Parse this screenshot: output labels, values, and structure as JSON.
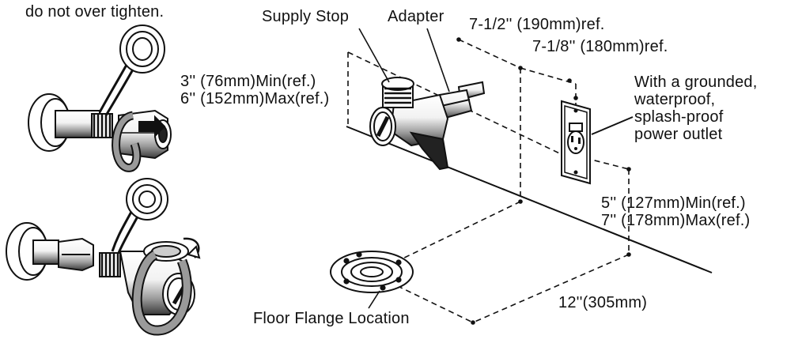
{
  "labels": {
    "tighten_note": "do not over tighten.",
    "supply_stop": "Supply Stop",
    "adapter": "Adapter",
    "dim_7_1_2": "7-1/2'' (190mm)ref.",
    "dim_7_1_8": "7-1/8'' (180mm)ref.",
    "height_min": "3'' (76mm)Min(ref.)",
    "height_max": "6'' (152mm)Max(ref.)",
    "outlet_line1": "With a grounded,",
    "outlet_line2": "waterproof,",
    "outlet_line3": "splash-proof",
    "outlet_line4": "power outlet",
    "outlet_min": "5'' (127mm)Min(ref.)",
    "outlet_max": "7'' (178mm)Max(ref.)",
    "dim_12": "12''(305mm)",
    "floor_flange": "Floor Flange Location"
  },
  "icons": {
    "step1": "wrench-tighten-icon",
    "step2": "wrench-tighten-icon",
    "outlet": "power-outlet-icon",
    "flange": "floor-flange-icon"
  },
  "colors": {
    "line": "#111111",
    "fill": "#ffffff",
    "shade": "#9a9a9a"
  }
}
